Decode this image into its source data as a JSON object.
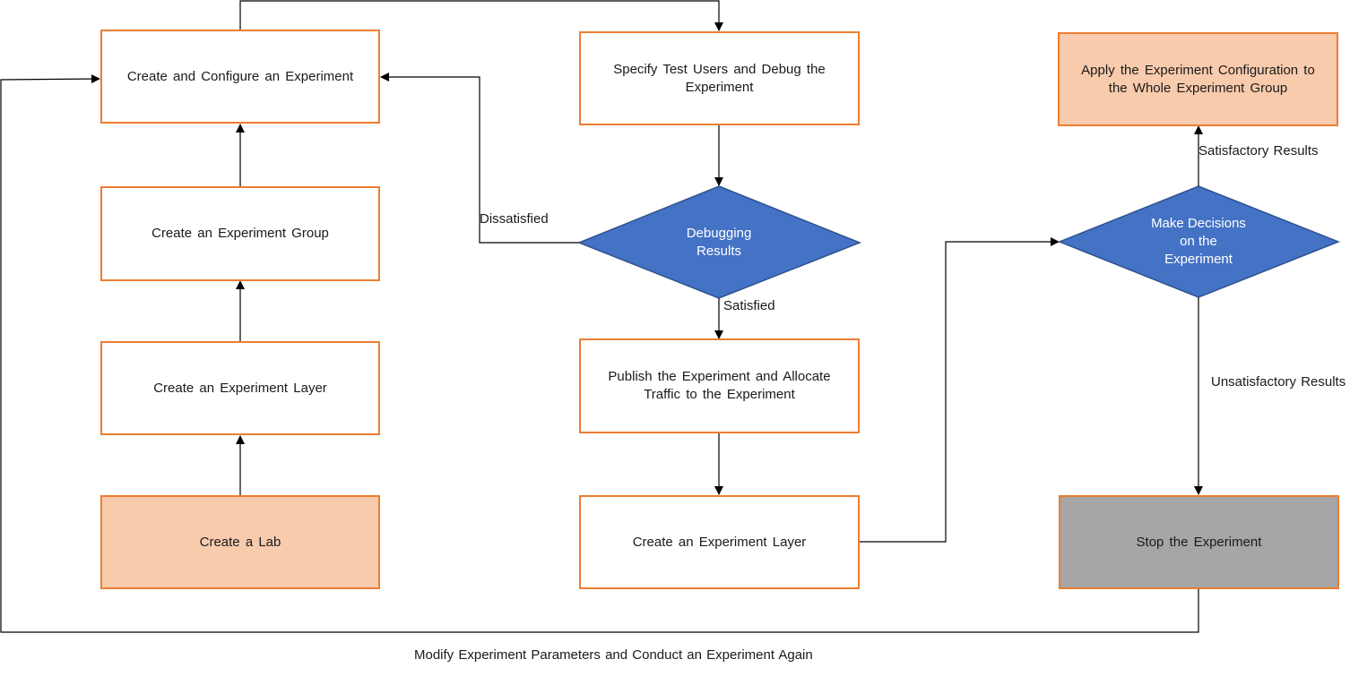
{
  "nodes": {
    "create_configure": "Create and Configure an Experiment",
    "create_group": "Create an Experiment  Group",
    "create_layer_left": "Create an Experiment  Layer",
    "create_lab": "Create a Lab",
    "specify_users": "Specify Test Users and Debug the Experiment",
    "publish": "Publish the Experiment and Allocate Traffic to the Experiment",
    "create_layer_mid": "Create an Experiment  Layer",
    "apply_config": "Apply the Experiment Configuration to the Whole Experiment Group",
    "stop": "Stop the Experiment",
    "debugging_results": "Debugging Results",
    "make_decisions": "Make Decisions on the Experiment"
  },
  "edge_labels": {
    "dissatisfied": "Dissatisfied",
    "satisfied": "Satisfied",
    "satisfactory": "Satisfactory Results",
    "unsatisfactory": "Unsatisfactory Results",
    "modify_again": "Modify Experiment Parameters and Conduct an Experiment Again"
  },
  "colors": {
    "box_border": "#ED7D31",
    "highlight_fill": "#F8CBAD",
    "stop_fill": "#A6A6A6",
    "diamond_fill": "#4472C4",
    "line": "#000000"
  }
}
